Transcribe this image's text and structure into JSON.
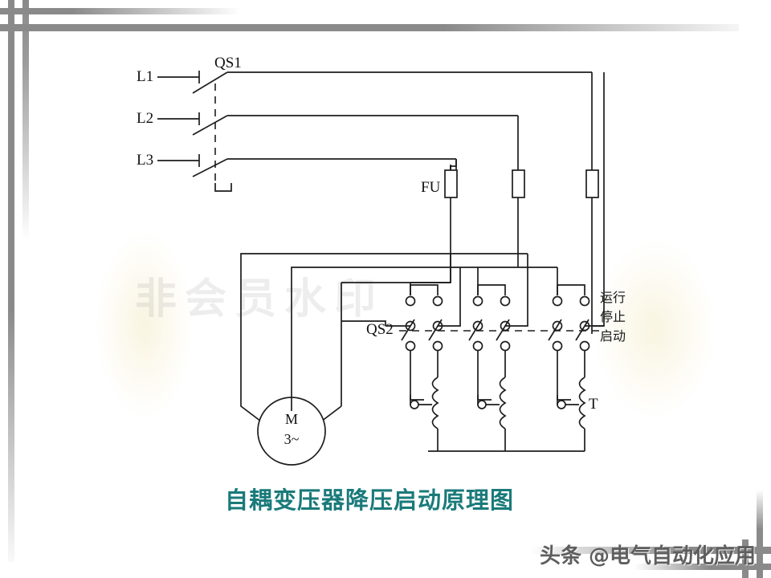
{
  "diagram": {
    "title": "自耦变压器降压启动原理图",
    "title_color": "#1a7a7a",
    "phase_labels": [
      "L1",
      "L2",
      "L3"
    ],
    "switch_main_label": "QS1",
    "fuse_label": "FU",
    "switch_secondary_label": "QS2",
    "transformer_label": "T",
    "motor_label": "M",
    "motor_phase_label": "3~",
    "mode_labels": [
      "运行",
      "停止",
      "启动"
    ]
  },
  "watermarks": {
    "center": "非会员水印",
    "bottom": "头条 @电气自动化应用"
  }
}
